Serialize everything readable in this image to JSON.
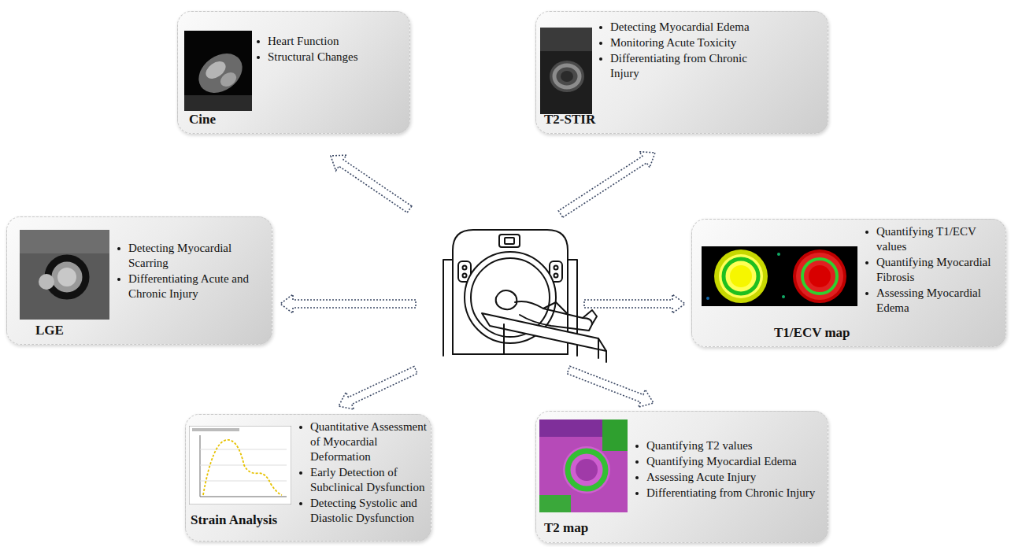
{
  "diagram": {
    "nodes": [
      {
        "text": [
          "Cine",
          "Heart Function",
          "Structural Changes"
        ]
      },
      {
        "text": [
          "T2-STIR",
          "Detecting Myocardial Edema",
          "Monitoring Acute Toxicity",
          "Differentiating from Chronic Injury"
        ]
      },
      {
        "text": [
          "LGE",
          "Detecting Myocardial Scarring",
          "Differentiating Acute and Chronic Injury"
        ]
      },
      {
        "text": [
          "T1/ECV map",
          "Quantifying T1/ECV values",
          "Quantifying Myocardial Fibrosis",
          "Assessing Myocardial Edema"
        ]
      },
      {
        "text": [
          "Strain Analysis",
          "Quantitative Assessment of Myocardial Deformation",
          "Early Detection of Subclinical Dysfunction",
          "Detecting Systolic and Diastolic Dysfunction"
        ]
      },
      {
        "text": [
          "T2 map",
          "Quantifying T2 values",
          "Quantifying Myocardial Edema",
          "Assessing Acute Injury",
          "Differentiating from Chronic Injury"
        ]
      }
    ]
  }
}
